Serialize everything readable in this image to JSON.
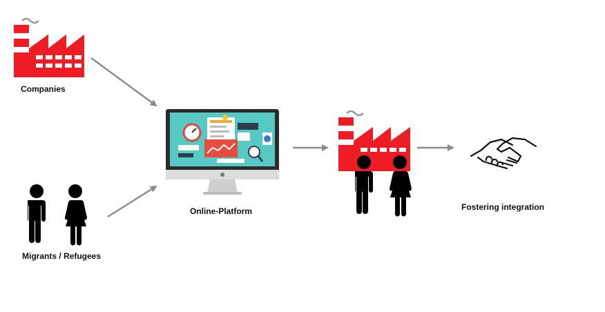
{
  "labels": {
    "companies": "Companies",
    "migrants": "Migrants / Refugees",
    "platform": "Online-Platform",
    "fostering": "Fostering integration"
  },
  "icons": {
    "factory": "factory-icon",
    "people": "people-icon",
    "computer": "computer-monitor-icon",
    "handshake": "handshake-icon",
    "arrow": "arrow-icon"
  },
  "colors": {
    "factory_red": "#ee1c25",
    "factory_window": "#ffffff",
    "smoke": "#9a9a9a",
    "people": "#000000",
    "arrow": "#8c8c8c",
    "screen_bg": "#56c9c4",
    "monitor_frame": "#2b2b2b",
    "monitor_stand": "#cfcfcf"
  }
}
